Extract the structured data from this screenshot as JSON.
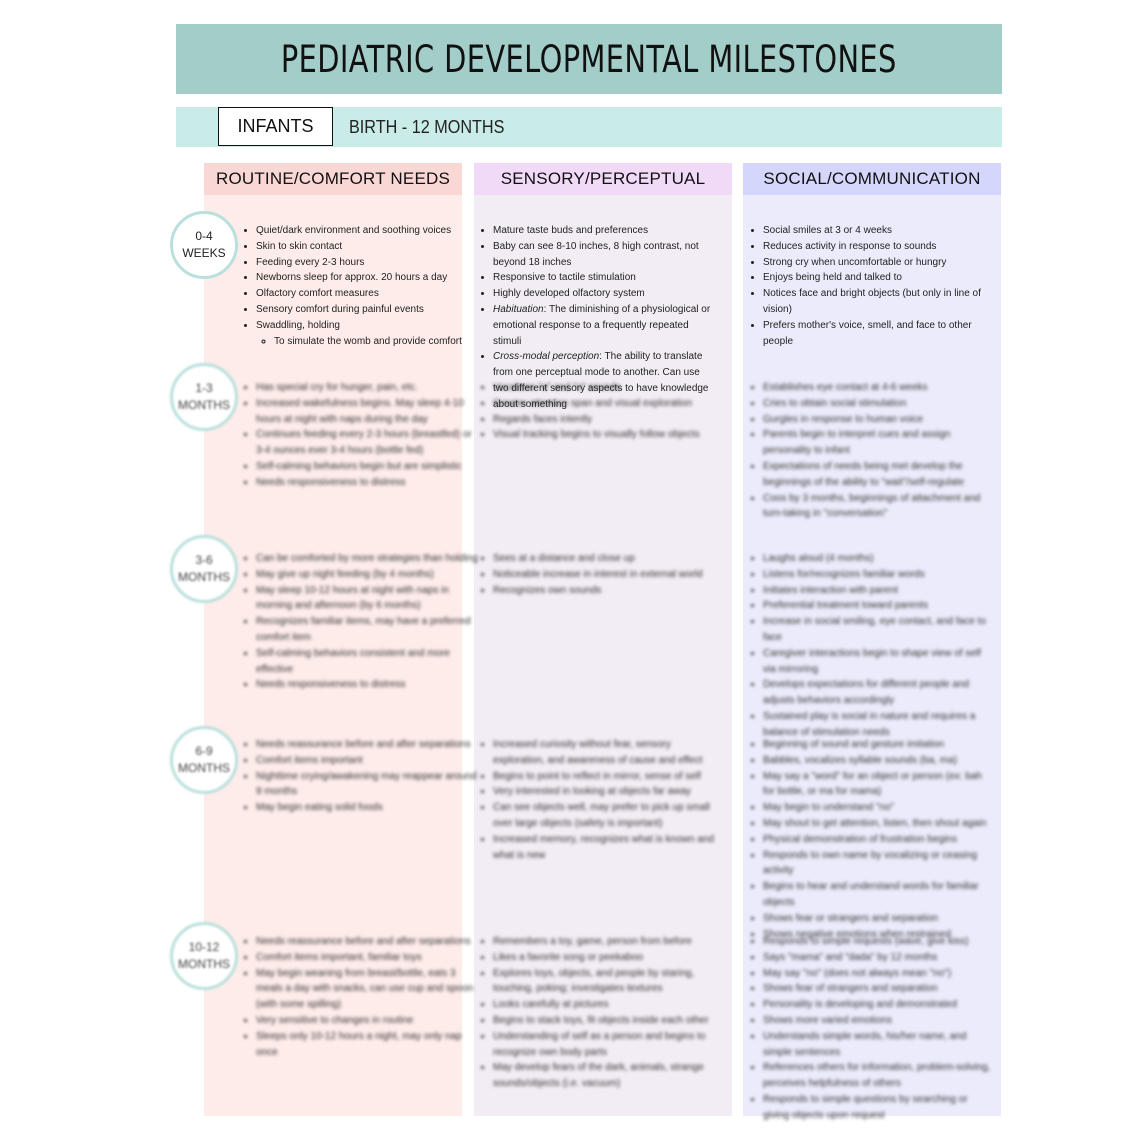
{
  "title": "PEDIATRIC DEVELOPMENTAL MILESTONES",
  "band": {
    "label": "INFANTS",
    "range": "BIRTH - 12 MONTHS"
  },
  "columns": [
    "ROUTINE/COMFORT NEEDS",
    "SENSORY/PERCEPTUAL",
    "SOCIAL/COMMUNICATION"
  ],
  "stages": [
    {
      "age": [
        "0-4",
        "WEEKS"
      ],
      "routine": [
        "Quiet/dark environment and soothing voices",
        "Skin to skin contact",
        "Feeding every 2-3 hours",
        "Newborns sleep for approx. 20 hours a day",
        "Olfactory comfort measures",
        "Sensory comfort during painful events",
        "Swaddling, holding"
      ],
      "routine_sub": "To simulate the womb and provide comfort",
      "sensory": [
        "Mature taste buds and preferences",
        "Baby can see 8-10 inches, 8 high contrast, not beyond 18 inches",
        "Responsive to tactile stimulation",
        "Highly developed olfactory system"
      ],
      "sensory_terms": [
        {
          "term": "Habituation",
          "text": ": The diminishing of a physiological or emotional response to a frequently repeated stimuli"
        },
        {
          "term": "Cross-modal perception",
          "text": ": The ability to translate from one perceptual mode to another. Can use two different sensory aspects to have knowledge about something"
        }
      ],
      "social": [
        "Social smiles at 3 or 4 weeks",
        "Reduces activity in response to sounds",
        "Strong cry when uncomfortable or hungry",
        "Enjoys being held and talked to",
        "Notices face and bright objects (but only in line of vision)",
        "Prefers mother's voice, smell, and face to other people"
      ]
    },
    {
      "age": [
        "1-3",
        "MONTHS"
      ],
      "routine": [
        "Has special cry for hunger, pain, etc.",
        "Increased wakefulness begins. May sleep 4-10 hours at night with naps during the day",
        "Continues feeding every 2-3 hours (breastfed) or 3-4 ounces ever 3-4 hours (bottle fed)",
        "Self-calming behaviors begin but are simplistic",
        "Needs responsiveness to distress"
      ],
      "sensory": [
        "Vocalizes \"a\" and \"o\" sounds",
        "Greater attention span and visual exploration",
        "Regards faces intently",
        "Visual tracking begins to visually follow objects"
      ],
      "social": [
        "Establishes eye contact at 4-6 weeks",
        "Cries to obtain social stimulation",
        "Gurgles in response to human voice",
        "Parents begin to interpret cues and assign personality to infant",
        "Expectations of needs being met develop the beginnings of the ability to \"wait\"/self-regulate",
        "Coos by 3 months, beginnings of attachment and turn-taking in \"conversation\""
      ]
    },
    {
      "age": [
        "3-6",
        "MONTHS"
      ],
      "routine": [
        "Can be comforted by more strategies than holding",
        "May give up night feeding (by 4 months)",
        "May sleep 10-12 hours at night with naps in morning and afternoon (by 6 months)",
        "Recognizes familiar items, may have a preferred comfort item",
        "Self-calming behaviors consistent and more effective",
        "Needs responsiveness to distress"
      ],
      "sensory": [
        "Sees at a distance and close up",
        "Noticeable increase in interest in external world",
        "Recognizes own sounds"
      ],
      "social": [
        "Laughs aloud (4 months)",
        "Listens for/recognizes familiar words",
        "Initiates interaction with parent",
        "Preferential treatment toward parents",
        "Increase in social smiling, eye contact, and face to face",
        "Caregiver interactions begin to shape view of self via mirroring",
        "Develops expectations for different people and adjusts behaviors accordingly",
        "Sustained play is social in nature and requires a balance of stimulation needs"
      ]
    },
    {
      "age": [
        "6-9",
        "MONTHS"
      ],
      "routine": [
        "Needs reassurance before and after separations",
        "Comfort items important",
        "Nighttime crying/awakening may reappear around 9 months",
        "May begin eating solid foods"
      ],
      "sensory": [
        "Increased curiosity without fear, sensory exploration, and awareness of cause and effect",
        "Begins to point to reflect in mirror, sense of self",
        "Very interested in looking at objects far away",
        "Can see objects well, may prefer to pick up small over large objects (safety is important)",
        "Increased memory, recognizes what is known and what is new"
      ],
      "social": [
        "Beginning of sound and gesture imitation",
        "Babbles, vocalizes syllable sounds (ba, ma)",
        "May say a \"word\" for an object or person (ex: bah for bottle, or ma for mama)",
        "May begin to understand \"no\"",
        "May shout to get attention, listen, then shout again",
        "Physical demonstration of frustration begins",
        "Responds to own name by vocalizing or ceasing activity",
        "Begins to hear and understand words for familiar objects",
        "Shows fear or strangers and separation",
        "Shows negative emotions when restrained"
      ]
    },
    {
      "age": [
        "10-12",
        "MONTHS"
      ],
      "routine": [
        "Needs reassurance before and after separations",
        "Comfort items important, familiar toys",
        "May begin weaning from breast/bottle, eats 3 meals a day with snacks, can use cup and spoon (with some spilling)",
        "Very sensitive to changes in routine",
        "Sleeps only 10-12 hours a night, may only nap once"
      ],
      "sensory": [
        "Remembers a toy, game, person from before",
        "Likes a favorite song or peekaboo",
        "Explores toys, objects, and people by staring, touching, poking; investigates textures",
        "Looks carefully at pictures",
        "Begins to stack toys, fit objects inside each other",
        "Understanding of self as a person and begins to recognize own body parts",
        "May develop fears of the dark, animals, strange sounds/objects (i.e. vacuum)"
      ],
      "social": [
        "Responds to simple requests (wave, give kiss)",
        "Says \"mama\" and \"dada\" by 12 months",
        "May say \"no\" (does not always mean \"no\")",
        "Shows fear of strangers and separation",
        "Personality is developing and demonstrated",
        "Shows more varied emotions",
        "Understands simple words, his/her name, and simple sentences",
        "References others for information, problem-solving, perceives helpfulness of others",
        "Responds to simple questions by searching or giving objects upon request"
      ]
    }
  ]
}
